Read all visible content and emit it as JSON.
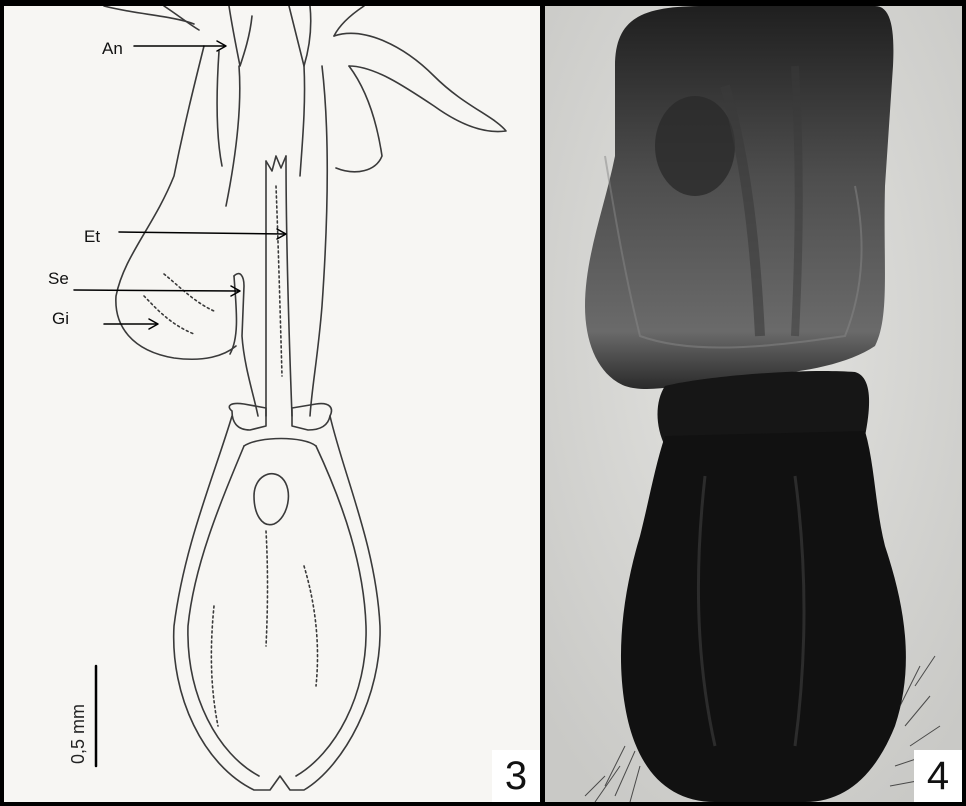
{
  "panels": [
    {
      "number": "3",
      "labels": {
        "an": "An",
        "et": "Et",
        "se": "Se",
        "gi": "Gi"
      },
      "scale_bar": "0,5 mm"
    },
    {
      "number": "4"
    }
  ]
}
